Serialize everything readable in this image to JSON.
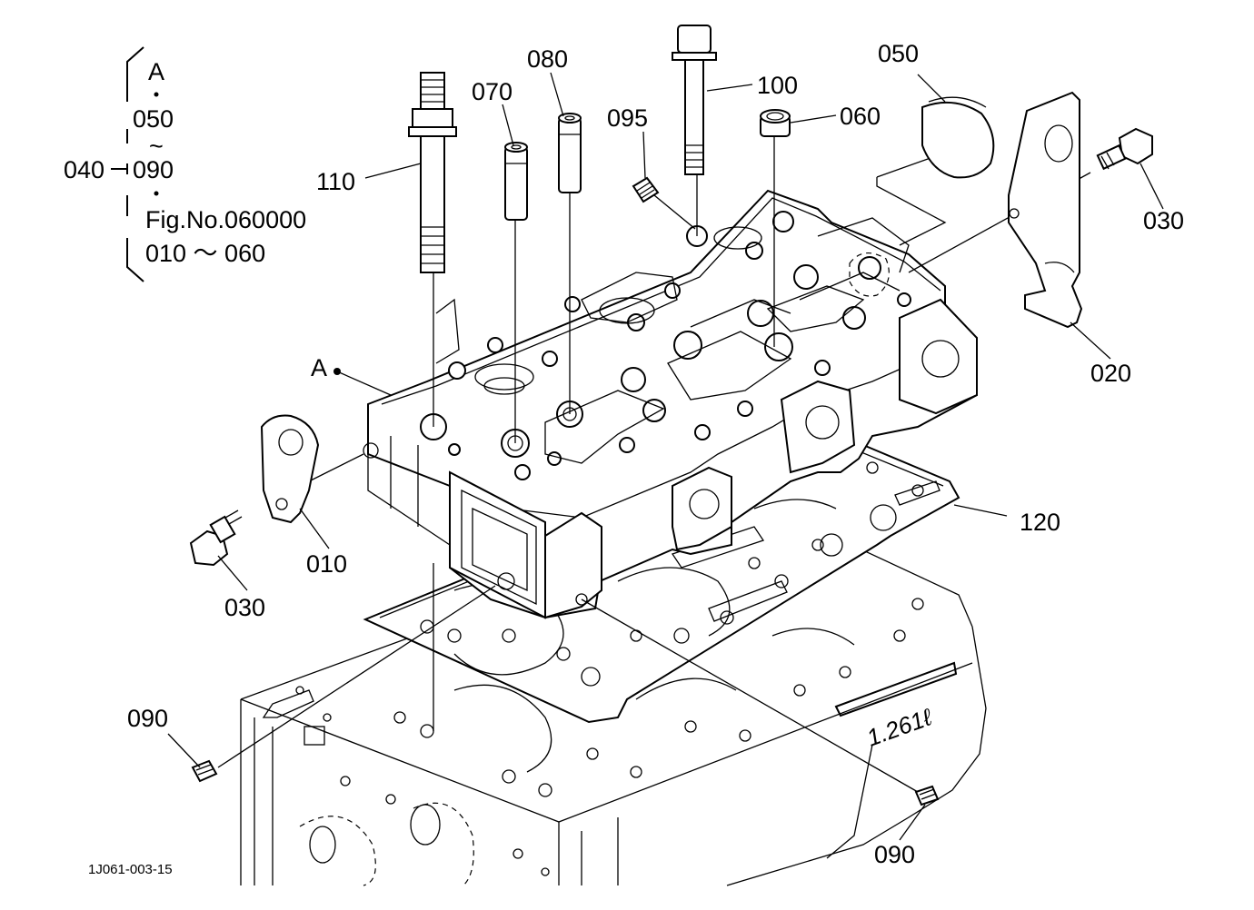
{
  "callouts": {
    "c010": "010",
    "c020": "020",
    "c030_left": "030",
    "c030_right": "030",
    "c050": "050",
    "c060": "060",
    "c070": "070",
    "c080": "080",
    "c090_left": "090",
    "c090_right": "090",
    "c095": "095",
    "c100": "100",
    "c110": "110",
    "c120": "120",
    "point_a": "A"
  },
  "legend": {
    "group_number": "040",
    "head": "A",
    "from": "050",
    "tilde": "~",
    "to": "090",
    "fig_ref": "Fig.No.060000",
    "range": "010 ～ 060"
  },
  "block_marking": "1.261ℓ",
  "drawing_id": "1J061-003-15"
}
